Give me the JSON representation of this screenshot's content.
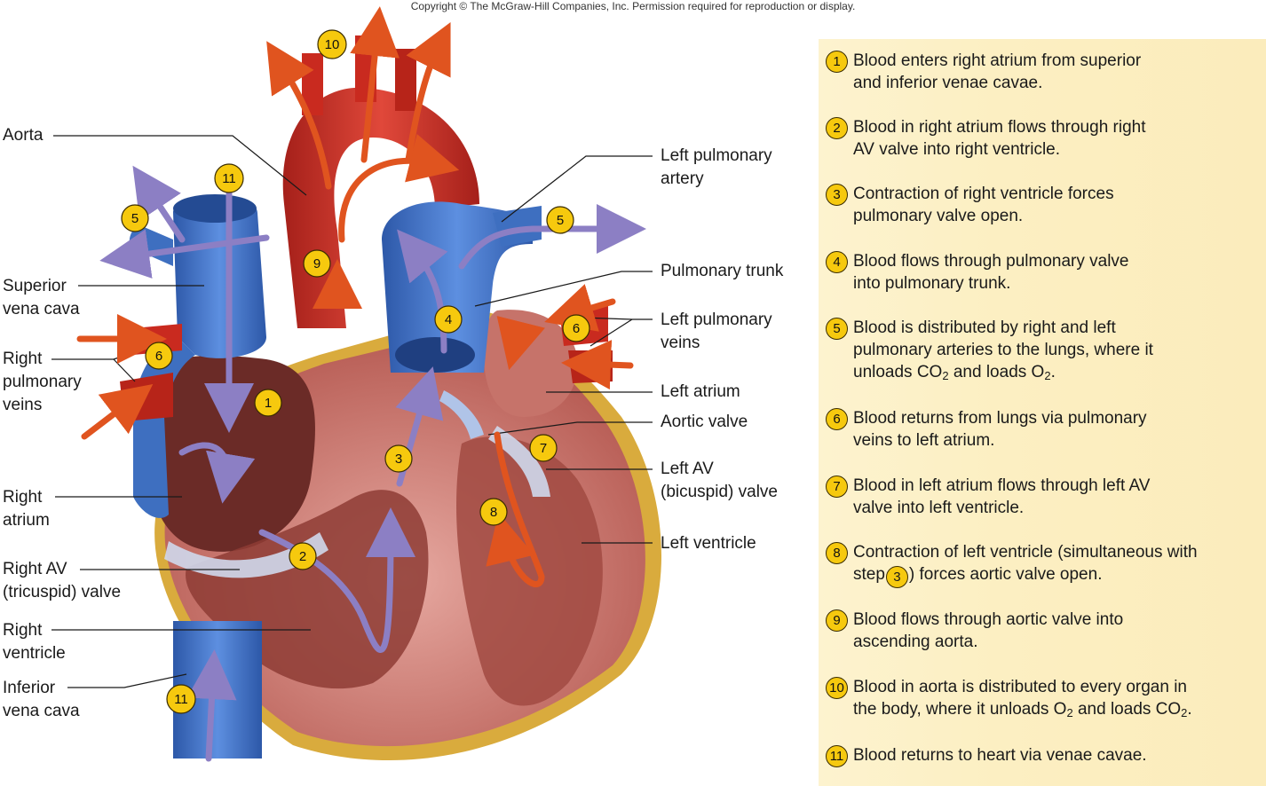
{
  "copyright": "Copyright © The McGraw-Hill Companies, Inc. Permission required for reproduction or display.",
  "labels": {
    "aorta": "Aorta",
    "superior_vena_cava": [
      "Superior",
      "vena cava"
    ],
    "right_pulmonary_veins": [
      "Right",
      "pulmonary",
      "veins"
    ],
    "right_atrium": [
      "Right",
      "atrium"
    ],
    "right_av_valve": [
      "Right AV",
      "(tricuspid) valve"
    ],
    "right_ventricle": [
      "Right",
      "ventricle"
    ],
    "inferior_vena_cava": [
      "Inferior",
      "vena cava"
    ],
    "left_pulmonary_artery": [
      "Left pulmonary",
      "artery"
    ],
    "pulmonary_trunk": "Pulmonary trunk",
    "left_pulmonary_veins": [
      "Left pulmonary",
      "veins"
    ],
    "left_atrium": "Left atrium",
    "aortic_valve": "Aortic valve",
    "left_av_valve": [
      "Left AV",
      "(bicuspid) valve"
    ],
    "left_ventricle": "Left ventricle"
  },
  "markers": [
    "1",
    "2",
    "3",
    "4",
    "5",
    "5",
    "6",
    "6",
    "7",
    "8",
    "9",
    "10",
    "11",
    "11"
  ],
  "steps": [
    {
      "num": "1",
      "lines": [
        "Blood enters right atrium from superior",
        "and inferior venae cavae."
      ]
    },
    {
      "num": "2",
      "lines": [
        "Blood in right atrium flows through right",
        "AV valve into right ventricle."
      ]
    },
    {
      "num": "3",
      "lines": [
        "Contraction of right ventricle forces",
        "pulmonary valve open."
      ]
    },
    {
      "num": "4",
      "lines": [
        "Blood flows through pulmonary valve",
        "into pulmonary trunk."
      ]
    },
    {
      "num": "5",
      "lines": [
        "Blood is distributed by right and left",
        "pulmonary arteries to the lungs, where it"
      ],
      "line3": {
        "a": "unloads CO",
        "sub1": "2",
        "b": " and loads O",
        "sub2": "2",
        "c": "."
      }
    },
    {
      "num": "6",
      "lines": [
        "Blood returns from lungs via pulmonary",
        "veins to left atrium."
      ]
    },
    {
      "num": "7",
      "lines": [
        "Blood in left atrium flows through left AV",
        "valve into left ventricle."
      ]
    },
    {
      "num": "8",
      "lines": [
        "Contraction of left ventricle (simultaneous with"
      ],
      "line2": {
        "a": "step",
        "num": "3",
        "b": ") forces aortic valve open."
      }
    },
    {
      "num": "9",
      "lines": [
        "Blood flows through aortic valve into",
        "ascending aorta."
      ]
    },
    {
      "num": "10",
      "lines": [
        "Blood in aorta is distributed to every organ in"
      ],
      "line2": {
        "a": "the body, where it unloads O",
        "sub1": "2",
        "b": " and loads CO",
        "sub2": "2",
        "c": "."
      }
    },
    {
      "num": "11",
      "lines": [
        "Blood returns to heart via venae cavae."
      ]
    }
  ],
  "colors": {
    "venous": "#3e6fc0",
    "arterial": "#c92a1f",
    "muscle": "#c76b63",
    "badge": "#f6c90e",
    "flow_deoxy": "#8c7fc4",
    "flow_oxy": "#e0541f",
    "panel": "#fcefc2"
  }
}
